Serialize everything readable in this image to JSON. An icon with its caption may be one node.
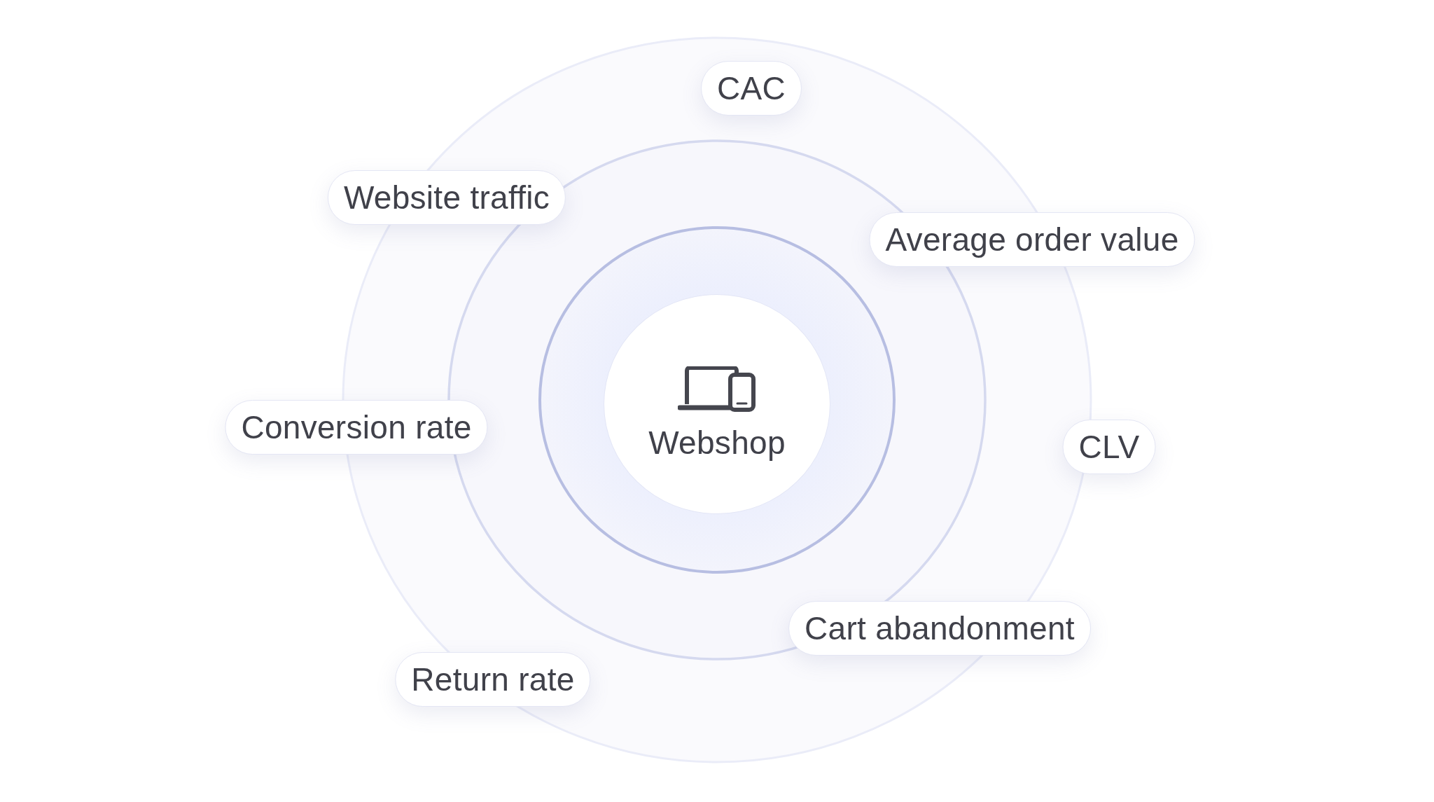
{
  "diagram": {
    "nodes": [
      {
        "text": [
          "CAC"
        ]
      },
      {
        "text": [
          "Website traffic"
        ]
      },
      {
        "text": [
          "Average order value"
        ]
      },
      {
        "text": [
          "Webshop"
        ]
      },
      {
        "text": [
          "Conversion rate"
        ]
      },
      {
        "text": [
          "CLV"
        ]
      },
      {
        "text": [
          "Cart abandonment"
        ]
      },
      {
        "text": [
          "Return rate"
        ]
      }
    ]
  }
}
